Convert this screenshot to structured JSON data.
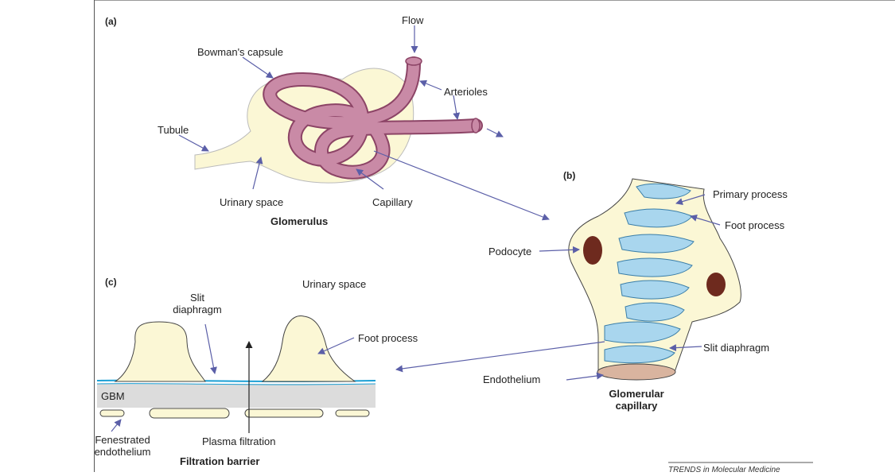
{
  "panels": {
    "a": "(a)",
    "b": "(b)",
    "c": "(c)"
  },
  "panel_a": {
    "flow": "Flow",
    "bowman": "Bowman's capsule",
    "arterioles": "Arterioles",
    "tubule": "Tubule",
    "urinary_space": "Urinary space",
    "capillary": "Capillary",
    "title": "Glomerulus"
  },
  "panel_b": {
    "primary_process": "Primary process",
    "foot_process": "Foot process",
    "podocyte": "Podocyte",
    "slit_diaphragm": "Slit diaphragm",
    "endothelium": "Endothelium",
    "title_line1": "Glomerular",
    "title_line2": "capillary"
  },
  "panel_c": {
    "urinary_space": "Urinary space",
    "slit_line1": "Slit",
    "slit_line2": "diaphragm",
    "foot_process": "Foot process",
    "gbm": "GBM",
    "fen_line1": "Fenestrated",
    "fen_line2": "endothelium",
    "plasma": "Plasma filtration",
    "title": "Filtration barrier"
  },
  "credit": "TRENDS in Molecular Medicine",
  "colors": {
    "cream": "#fbf7d5",
    "vessel": "#c98aa6",
    "vessel_dark": "#8c4466",
    "arrow": "#5b5fa8",
    "foot": "#a9d6ee",
    "nucleus": "#6e2a1e",
    "endothelium": "#d9b49f",
    "gbm": "#dcdcdc",
    "slit_line": "#1a9fd4"
  }
}
